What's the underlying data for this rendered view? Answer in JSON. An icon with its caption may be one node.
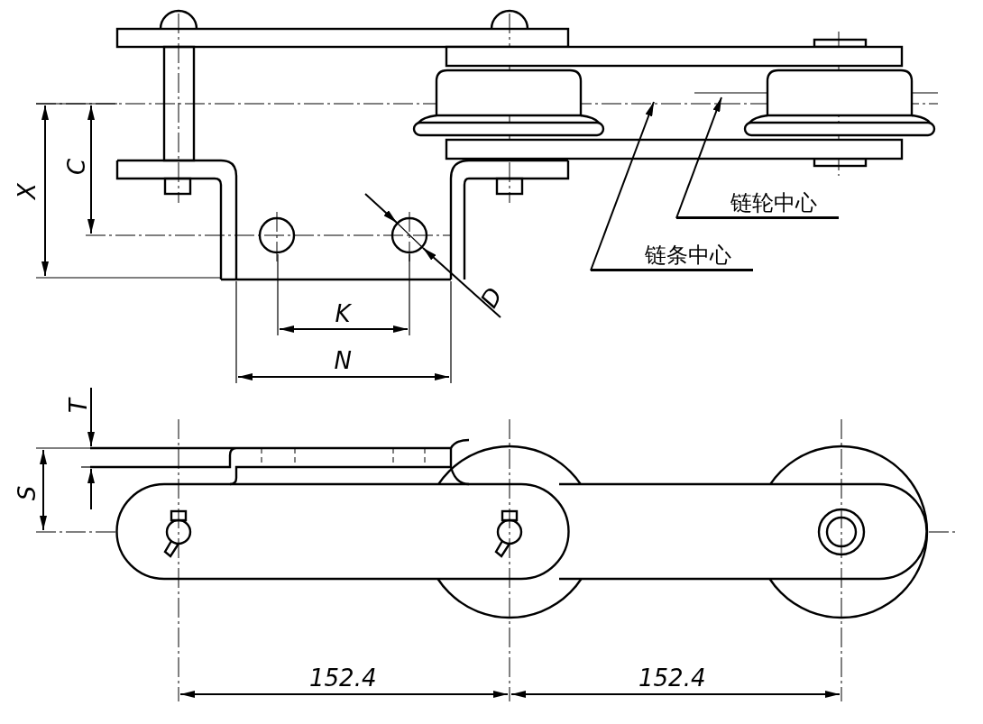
{
  "diagram": {
    "nodes": [
      {
        "text": [
          "链轮中心"
        ]
      },
      {
        "text": [
          "链条中心"
        ]
      }
    ],
    "edges": [
      {
        "from": 0,
        "to": null,
        "arrow": "to"
      },
      {
        "from": 1,
        "to": null,
        "arrow": "to"
      }
    ],
    "labels": [
      "X",
      "C",
      "D",
      "K",
      "N",
      "T",
      "S",
      "152.4",
      "152.4"
    ]
  }
}
